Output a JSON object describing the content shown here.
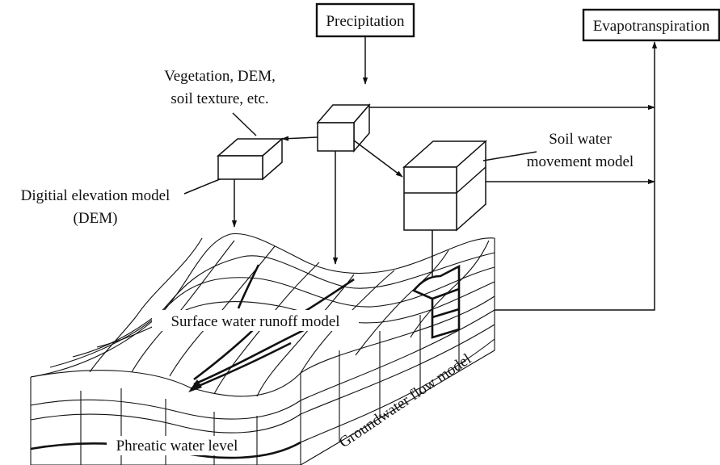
{
  "labels": {
    "precipitation": "Precipitation",
    "evapotranspiration": "Evapotranspiration",
    "vegetation_line1": "Vegetation, DEM,",
    "vegetation_line2": "soil texture, etc.",
    "soil_water_line1": "Soil water",
    "soil_water_line2": "movement model",
    "dem_line1": "Digitial elevation model",
    "dem_line2": "(DEM)",
    "surface_runoff": "Surface water runoff model",
    "groundwater_flow": "Groundwater flow model",
    "phreatic": "Phreatic water level"
  }
}
